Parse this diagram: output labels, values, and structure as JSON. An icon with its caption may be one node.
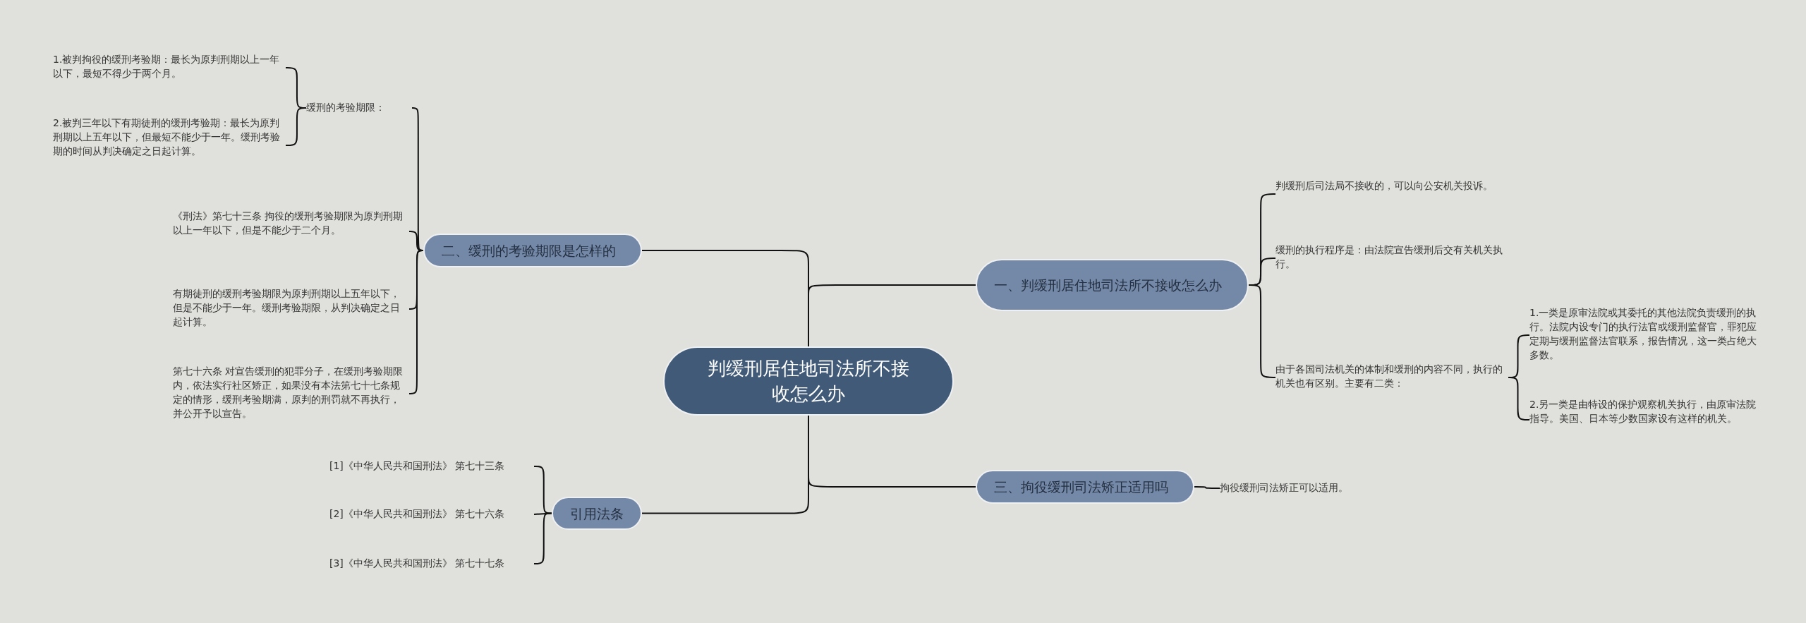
{
  "diagram": {
    "nodes": [
      {
        "text": [
          "判缓刑居住地司法所不接收怎么办"
        ]
      },
      {
        "text": [
          "一、判缓刑居住地司法所不接收怎么办"
        ]
      },
      {
        "text": [
          "判缓刑后司法局不接收的，可以向公安机关投诉。"
        ]
      },
      {
        "text": [
          "缓刑的执行程序是：由法院宣告缓刑后交有关机关执行。"
        ]
      },
      {
        "text": [
          "由于各国司法机关的体制和缓刑的内容不同，执行的机关也有区别。主要有二类："
        ]
      },
      {
        "text": [
          "1.一类是原审法院或其委托的其他法院负责缓刑的执行。法院内设专门的执行法官或缓刑监督官，罪犯应定期与缓刑监督法官联系，报告情况，这一类占绝大多数。"
        ]
      },
      {
        "text": [
          "2.另一类是由特设的保护观察机关执行，由原审法院指导。美国、日本等少数国家设有这样的机关。"
        ]
      },
      {
        "text": [
          "二、缓刑的考验期限是怎样的"
        ]
      },
      {
        "text": [
          "缓刑的考验期限："
        ]
      },
      {
        "text": [
          "1.被判拘役的缓刑考验期：最长为原判刑期以上一年以下，最短不得少于两个月。"
        ]
      },
      {
        "text": [
          "2.被判三年以下有期徒刑的缓刑考验期：最长为原判刑期以上五年以下，但最短不能少于一年。缓刑考验期的时间从判决确定之日起计算。"
        ]
      },
      {
        "text": [
          "《刑法》第七十三条 拘役的缓刑考验期限为原判刑期以上一年以下，但是不能少于二个月。"
        ]
      },
      {
        "text": [
          "有期徒刑的缓刑考验期限为原判刑期以上五年以下，但是不能少于一年。缓刑考验期限，从判决确定之日起计算。"
        ]
      },
      {
        "text": [
          "第七十六条  对宣告缓刑的犯罪分子，在缓刑考验期限内，依法实行社区矫正，如果没有本法第七十七条规定的情形，缓刑考验期满，原判的刑罚就不再执行，并公开予以宣告。"
        ]
      },
      {
        "text": [
          "三、拘役缓刑司法矫正适用吗"
        ]
      },
      {
        "text": [
          "拘役缓刑司法矫正可以适用。"
        ]
      },
      {
        "text": [
          "引用法条"
        ]
      },
      {
        "text": [
          "[1]《中华人民共和国刑法》 第七十三条"
        ]
      },
      {
        "text": [
          "[2]《中华人民共和国刑法》 第七十六条"
        ]
      },
      {
        "text": [
          "[3]《中华人民共和国刑法》 第七十七条"
        ]
      }
    ],
    "edges": [
      {
        "from": 0,
        "to": 1,
        "arrow": "none"
      },
      {
        "from": 1,
        "to": 2,
        "arrow": "none"
      },
      {
        "from": 1,
        "to": 3,
        "arrow": "none"
      },
      {
        "from": 1,
        "to": 4,
        "arrow": "none"
      },
      {
        "from": 4,
        "to": 5,
        "arrow": "none"
      },
      {
        "from": 4,
        "to": 6,
        "arrow": "none"
      },
      {
        "from": 0,
        "to": 7,
        "arrow": "none"
      },
      {
        "from": 7,
        "to": 8,
        "arrow": "none"
      },
      {
        "from": 7,
        "to": 11,
        "arrow": "none"
      },
      {
        "from": 7,
        "to": 12,
        "arrow": "none"
      },
      {
        "from": 7,
        "to": 13,
        "arrow": "none"
      },
      {
        "from": 8,
        "to": 9,
        "arrow": "none"
      },
      {
        "from": 8,
        "to": 10,
        "arrow": "none"
      },
      {
        "from": 0,
        "to": 14,
        "arrow": "none"
      },
      {
        "from": 14,
        "to": 15,
        "arrow": "none"
      },
      {
        "from": 0,
        "to": 16,
        "arrow": "none"
      },
      {
        "from": 16,
        "to": 17,
        "arrow": "none"
      },
      {
        "from": 16,
        "to": 18,
        "arrow": "none"
      },
      {
        "from": 16,
        "to": 19,
        "arrow": "none"
      }
    ]
  }
}
